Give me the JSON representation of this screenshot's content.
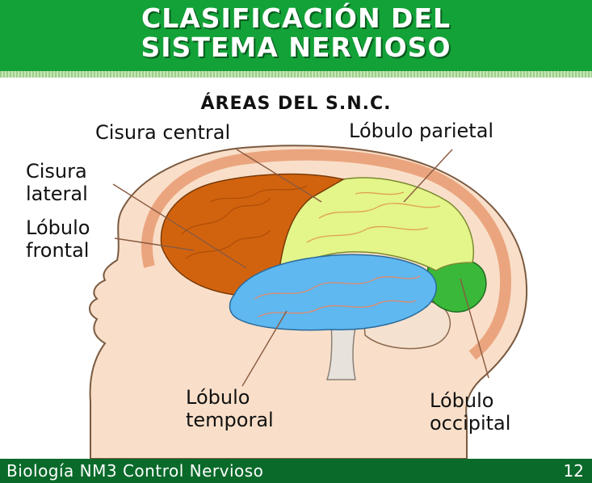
{
  "header": {
    "title_line1": "CLASIFICACIÓN DEL",
    "title_line2": "SISTEMA NERVIOSO"
  },
  "diagram": {
    "subtitle": "ÁREAS DEL S.N.C.",
    "labels": {
      "cisura_central": "Cisura central",
      "lobulo_parietal": "Lóbulo parietal",
      "cisura_lateral_1": "Cisura",
      "cisura_lateral_2": "lateral",
      "lobulo_frontal_1": "Lóbulo",
      "lobulo_frontal_2": "frontal",
      "lobulo_temporal_1": "Lóbulo",
      "lobulo_temporal_2": "temporal",
      "lobulo_occipital_1": "Lóbulo",
      "lobulo_occipital_2": "occipital"
    },
    "colors": {
      "frontal": "#d2630e",
      "parietal": "#e4f58a",
      "temporal": "#5fb8f0",
      "occipital": "#3ab83a",
      "cerebellum": "#f5e1cf",
      "head": "#f9dfc9",
      "skull": "#eaa57f"
    }
  },
  "footer": {
    "course": "Biología NM3  Control Nervioso",
    "page_number": "12"
  }
}
